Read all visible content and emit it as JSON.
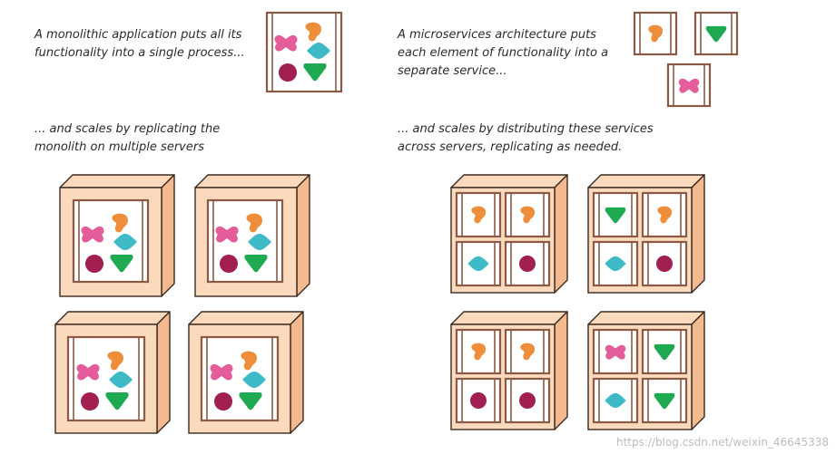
{
  "captions": {
    "monolith_intro": [
      "A monolithic application puts all its",
      "functionality into a single process..."
    ],
    "microservices_intro": [
      "A microservices architecture puts",
      "each element of functionality into a",
      "separate service..."
    ],
    "monolith_scale": [
      "... and scales by replicating the",
      "monolith on multiple servers"
    ],
    "microservices_scale": [
      "... and scales by distributing these services",
      "across servers, replicating as needed."
    ]
  },
  "watermark": "https://blog.csdn.net/weixin_46645338",
  "colors": {
    "server_face": "#fbd9bd",
    "server_side": "#f4b98e",
    "server_outline": "#3a2a1f",
    "frame": "#8a5a45",
    "shape_pink": "#e45c9a",
    "shape_orange": "#ef8e3a",
    "shape_teal": "#3dbac6",
    "shape_maroon": "#a21f52",
    "shape_green": "#1faa52"
  },
  "shapes": [
    "pink-blob",
    "orange-blob",
    "teal-diamond",
    "maroon-circle",
    "green-triangle"
  ],
  "monolith_servers": [
    {
      "cells": [
        "pink-blob",
        "orange-blob",
        "teal-diamond",
        "maroon-circle",
        "green-triangle"
      ]
    },
    {
      "cells": [
        "pink-blob",
        "orange-blob",
        "teal-diamond",
        "maroon-circle",
        "green-triangle"
      ]
    },
    {
      "cells": [
        "pink-blob",
        "orange-blob",
        "teal-diamond",
        "maroon-circle",
        "green-triangle"
      ]
    },
    {
      "cells": [
        "pink-blob",
        "orange-blob",
        "teal-diamond",
        "maroon-circle",
        "green-triangle"
      ]
    }
  ],
  "microservice_servers": [
    {
      "cells": [
        "orange-blob",
        "orange-blob",
        "teal-diamond",
        "maroon-circle"
      ]
    },
    {
      "cells": [
        "green-triangle",
        "orange-blob",
        "teal-diamond",
        "maroon-circle"
      ]
    },
    {
      "cells": [
        "orange-blob",
        "orange-blob",
        "maroon-circle",
        "maroon-circle"
      ]
    },
    {
      "cells": [
        "pink-blob",
        "green-triangle",
        "teal-diamond",
        "green-triangle"
      ]
    }
  ],
  "standalone_services": [
    "orange-blob",
    "green-triangle",
    "pink-blob"
  ]
}
